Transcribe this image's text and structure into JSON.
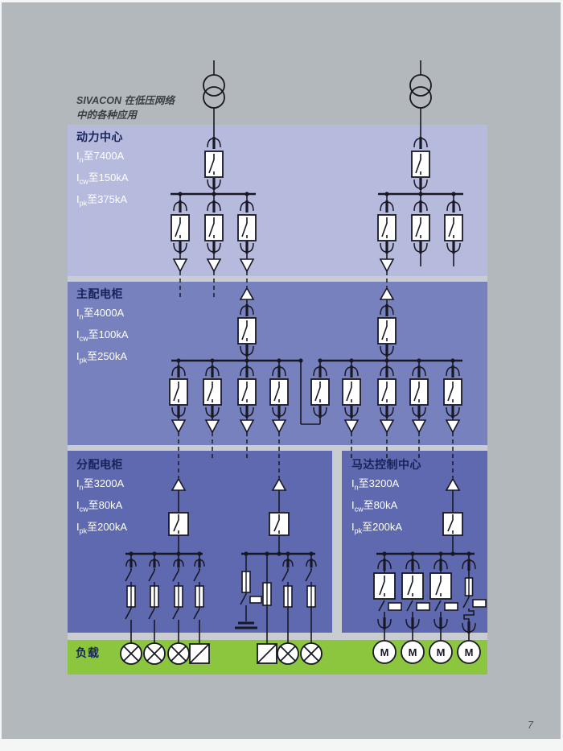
{
  "page": {
    "number": "7"
  },
  "caption": {
    "line1": "SIVACON 在低压网络",
    "line2": "中的各种应用"
  },
  "bands": {
    "power_center": {
      "title": "动力中心",
      "specs": [
        {
          "sym": "I",
          "sub": "n",
          "text": "至7400A"
        },
        {
          "sym": "I",
          "sub": "cw",
          "text": "至150kA"
        },
        {
          "sym": "I",
          "sub": "pk",
          "text": "至375kA"
        }
      ]
    },
    "main_board": {
      "title": "主配电柜",
      "specs": [
        {
          "sym": "I",
          "sub": "n",
          "text": "至4000A"
        },
        {
          "sym": "I",
          "sub": "cw",
          "text": "至100kA"
        },
        {
          "sym": "I",
          "sub": "pk",
          "text": "至250kA"
        }
      ]
    },
    "dist_board": {
      "title": "分配电柜",
      "specs": [
        {
          "sym": "I",
          "sub": "n",
          "text": "至3200A"
        },
        {
          "sym": "I",
          "sub": "cw",
          "text": "至80kA"
        },
        {
          "sym": "I",
          "sub": "pk",
          "text": "至200kA"
        }
      ]
    },
    "mcc": {
      "title": "马达控制中心",
      "specs": [
        {
          "sym": "I",
          "sub": "n",
          "text": "至3200A"
        },
        {
          "sym": "I",
          "sub": "cw",
          "text": "至80kA"
        },
        {
          "sym": "I",
          "sub": "pk",
          "text": "至200kA"
        }
      ]
    },
    "loads": {
      "title": "负载"
    }
  },
  "diagram": {
    "transformers": 2,
    "motor_label": "M",
    "loads": [
      "lamp",
      "lamp",
      "lamp",
      "converter",
      "converter",
      "lamp",
      "lamp",
      "motor",
      "motor",
      "motor",
      "motor"
    ]
  },
  "colors": {
    "page_bg": "#b3b8bc",
    "band1": "#b6badd",
    "band2": "#7781bd",
    "band3": "#5e69af",
    "green": "#8cc63f",
    "gap": "#c9cdd1",
    "line": "#181824",
    "title": "#18235a",
    "spec_text": "#ffffff"
  }
}
